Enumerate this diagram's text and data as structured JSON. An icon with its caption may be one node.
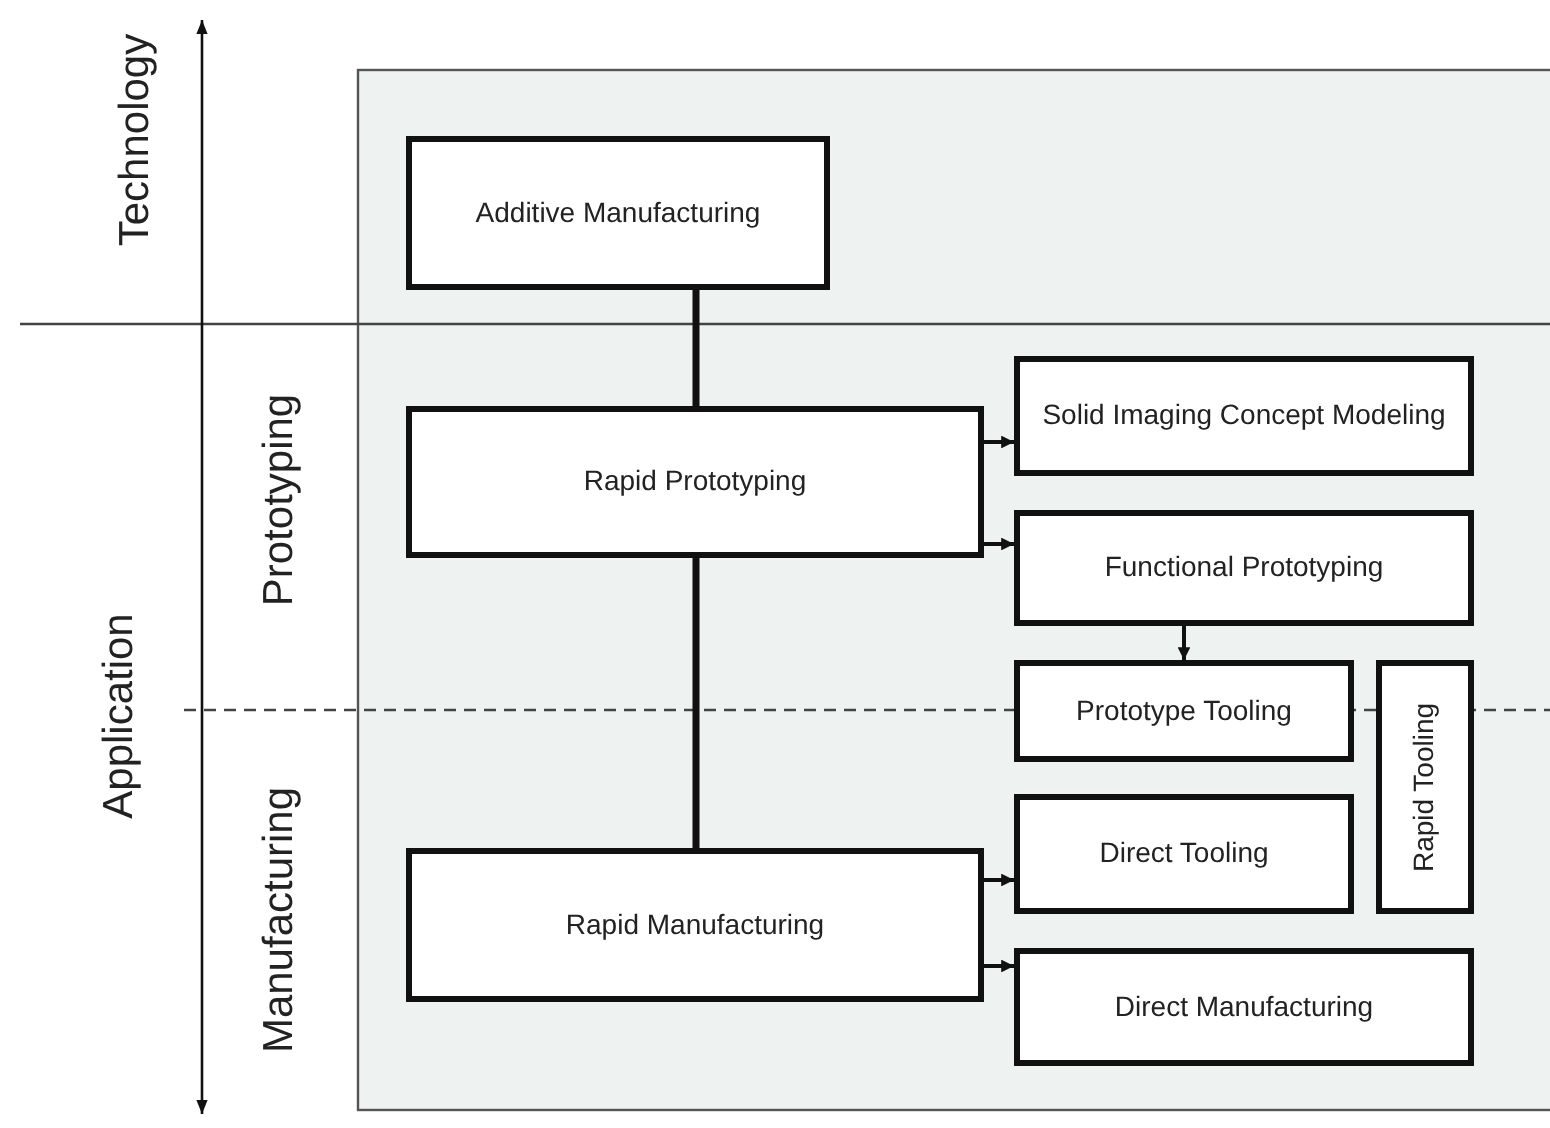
{
  "diagram": {
    "nodes": [
      {
        "text": [
          "Additive Manufacturing"
        ]
      },
      {
        "text": [
          "Rapid Prototyping"
        ]
      },
      {
        "text": [
          "Rapid Manufacturing"
        ]
      },
      {
        "text": [
          "Solid Imaging Concept Modeling"
        ]
      },
      {
        "text": [
          "Functional Prototyping"
        ]
      },
      {
        "text": [
          "Prototype Tooling"
        ]
      },
      {
        "text": [
          "Direct Tooling"
        ]
      },
      {
        "text": [
          "Direct Manufacturing"
        ]
      },
      {
        "text": [
          "Rapid Tooling"
        ]
      }
    ],
    "edges": [
      {
        "from": 0,
        "to": 1,
        "arrow": "none"
      },
      {
        "from": 1,
        "to": 2,
        "arrow": "none"
      },
      {
        "from": 1,
        "to": 3,
        "arrow": "to"
      },
      {
        "from": 1,
        "to": 4,
        "arrow": "to"
      },
      {
        "from": 4,
        "to": 5,
        "arrow": "to"
      },
      {
        "from": 2,
        "to": 6,
        "arrow": "to"
      },
      {
        "from": 2,
        "to": 7,
        "arrow": "to"
      }
    ],
    "labels": [
      "Technology",
      "Application",
      "Prototyping",
      "Manufacturing"
    ]
  }
}
